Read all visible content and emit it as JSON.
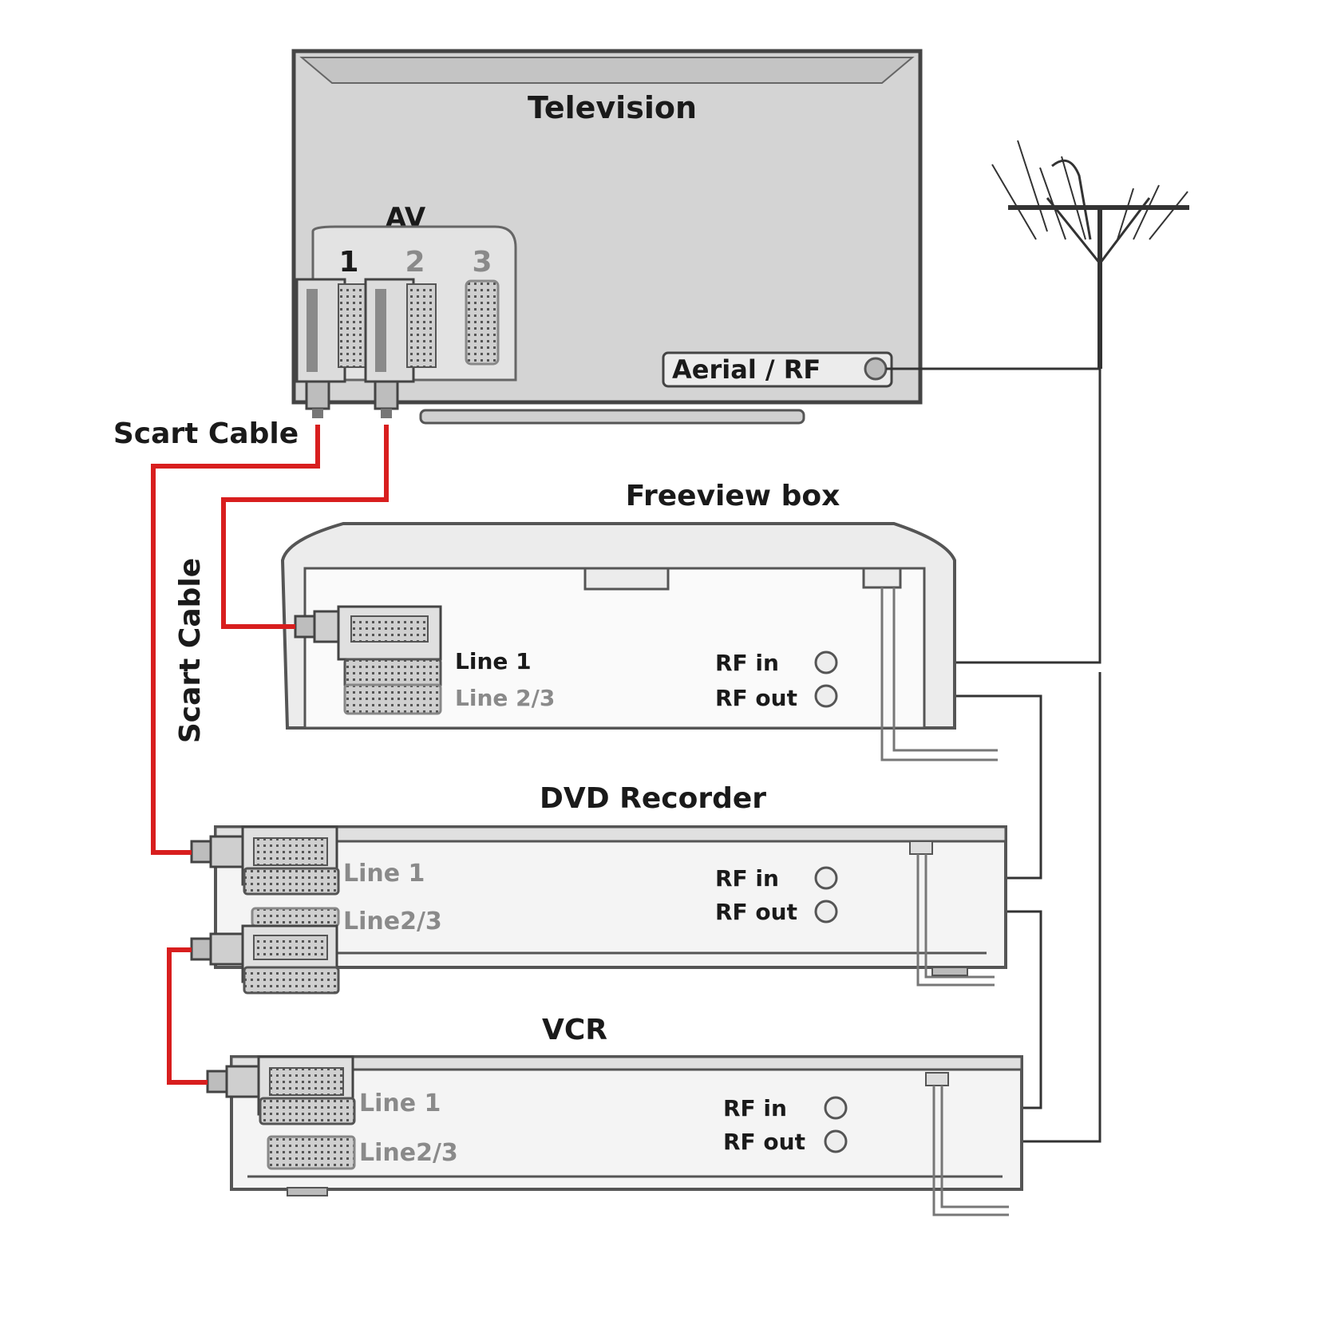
{
  "television": {
    "title": "Television",
    "av_label": "AV",
    "ports": [
      "1",
      "2",
      "3"
    ],
    "aerial_label": "Aerial / RF"
  },
  "cables": {
    "scart_label_1": "Scart Cable",
    "scart_label_2": "Scart Cable"
  },
  "freeview": {
    "title": "Freeview box",
    "line1": "Line 1",
    "line23": "Line 2/3",
    "rf_in": "RF in",
    "rf_out": "RF out"
  },
  "dvd": {
    "title": "DVD Recorder",
    "line1": "Line 1",
    "line23": "Line2/3",
    "rf_in": "RF in",
    "rf_out": "RF out"
  },
  "vcr": {
    "title": "VCR",
    "line1": "Line 1",
    "line23": "Line2/3",
    "rf_in": "RF in",
    "rf_out": "RF out"
  },
  "colors": {
    "scart_cable": "#d81e1e",
    "rf_cable": "#333333",
    "device_fill": "#d9d9d9",
    "device_stroke": "#555555"
  }
}
